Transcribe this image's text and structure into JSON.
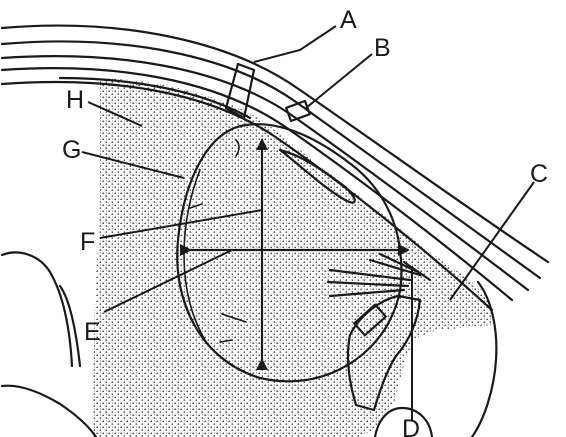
{
  "diagram": {
    "labels": {
      "A": "A",
      "B": "B",
      "C": "C",
      "D": "D",
      "E": "E",
      "F": "F",
      "G": "G",
      "H": "H"
    },
    "colors": {
      "ink": "#1a1a1a",
      "stipple": "#3a3a3a",
      "background": "#ffffff"
    }
  }
}
